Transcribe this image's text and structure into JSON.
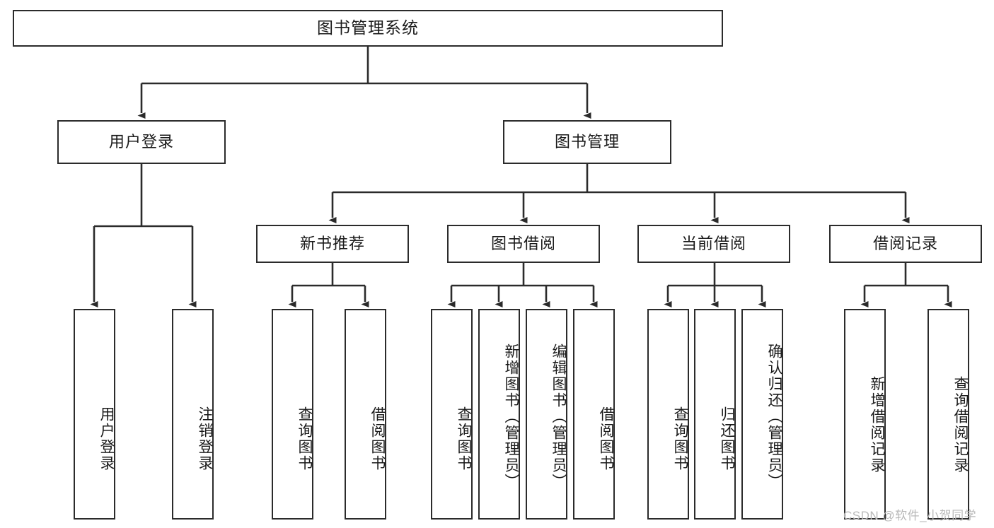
{
  "diagram": {
    "type": "tree",
    "title": "图书管理系统",
    "watermark": "CSDN @软件_小贺同学",
    "colors": {
      "box_border": "#2b2b2b",
      "box_fill": "#ffffff",
      "edge": "#2b2b2b",
      "text": "#1a1a1a",
      "watermark": "#b9b9b9",
      "background": "#ffffff"
    },
    "nodes": {
      "root": {
        "label": "图书管理系统"
      },
      "level2": [
        {
          "id": "user-login",
          "label": "用户登录"
        },
        {
          "id": "book-manage",
          "label": "图书管理"
        }
      ],
      "level3": [
        {
          "id": "new-book-recommend",
          "label": "新书推荐"
        },
        {
          "id": "book-borrow",
          "label": "图书借阅"
        },
        {
          "id": "current-borrow",
          "label": "当前借阅"
        },
        {
          "id": "borrow-record",
          "label": "借阅记录"
        }
      ],
      "leaves": {
        "user-login": [
          {
            "id": "leaf-user-login",
            "label": "用户登录"
          },
          {
            "id": "leaf-user-logout",
            "label": "注销登录"
          }
        ],
        "new-book-recommend": [
          {
            "id": "leaf-query-book-1",
            "label": "查询图书"
          },
          {
            "id": "leaf-borrow-book-1",
            "label": "借阅图书"
          }
        ],
        "book-borrow": [
          {
            "id": "leaf-query-book-2",
            "label": "查询图书"
          },
          {
            "id": "leaf-add-book",
            "label": "新增图书（管理员）"
          },
          {
            "id": "leaf-edit-book",
            "label": "编辑图书（管理员）"
          },
          {
            "id": "leaf-borrow-book-2",
            "label": "借阅图书"
          }
        ],
        "current-borrow": [
          {
            "id": "leaf-query-book-3",
            "label": "查询图书"
          },
          {
            "id": "leaf-return-book",
            "label": "归还图书"
          },
          {
            "id": "leaf-confirm-return",
            "label": "确认归还（管理员）"
          }
        ],
        "borrow-record": [
          {
            "id": "leaf-add-record",
            "label": "新增借阅记录"
          },
          {
            "id": "leaf-query-record",
            "label": "查询借阅记录"
          }
        ]
      }
    }
  }
}
